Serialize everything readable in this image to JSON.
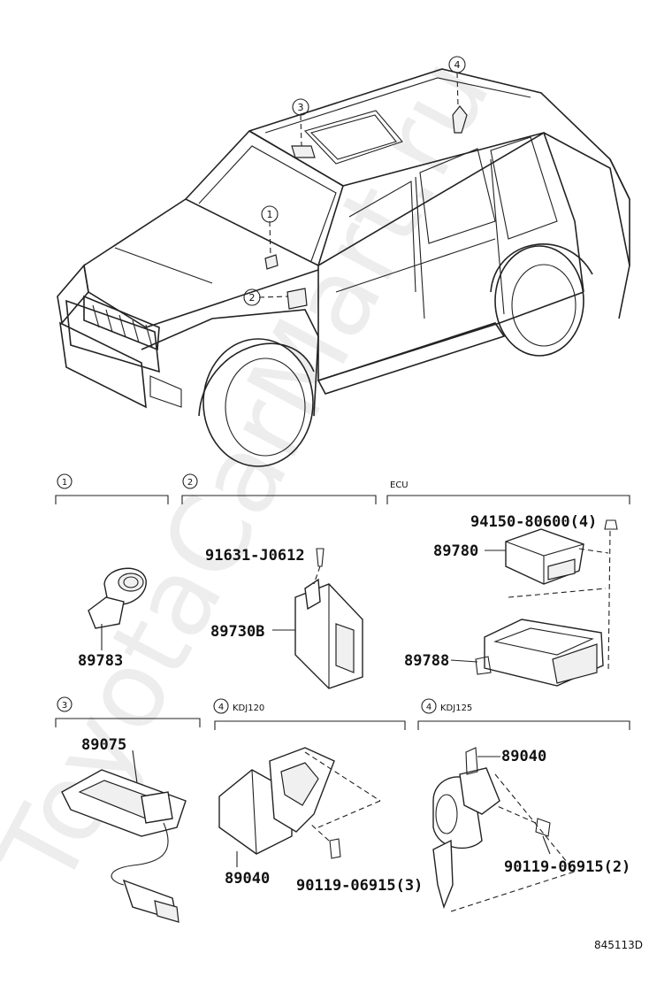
{
  "watermark": "ToyotaCarMart.ru",
  "vehicle_callouts": [
    "1",
    "2",
    "3",
    "4"
  ],
  "sections": [
    {
      "num": "1",
      "label": ""
    },
    {
      "num": "2",
      "label": ""
    },
    {
      "num": "",
      "label": "ECU"
    },
    {
      "num": "3",
      "label": ""
    },
    {
      "num": "4",
      "label": "KDJ120"
    },
    {
      "num": "4",
      "label": "KDJ125"
    }
  ],
  "part_numbers": {
    "p89783": "89783",
    "p91631": "91631-J0612",
    "p89730B": "89730B",
    "p94150": "94150-80600(4)",
    "p89780": "89780",
    "p89788": "89788",
    "p89075": "89075",
    "p89040_a": "89040",
    "p90119_a": "90119-06915(3)",
    "p89040_b": "89040",
    "p90119_b": "90119-06915(2)"
  },
  "diagram_id": "845113D"
}
